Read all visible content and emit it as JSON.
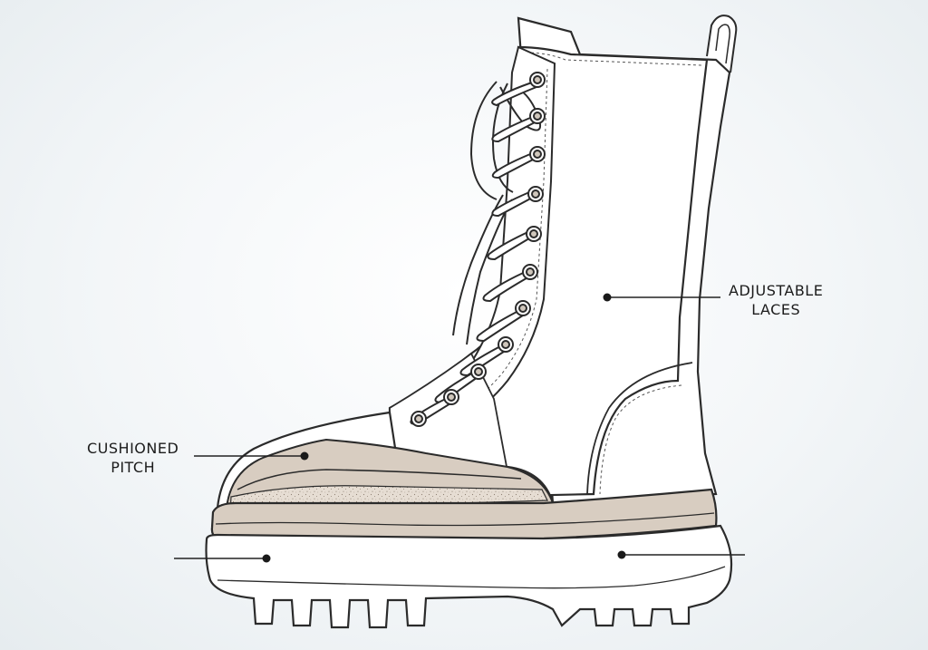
{
  "callouts": {
    "adjustable_laces": {
      "line1": "ADJUSTABLE",
      "line2": "LACES"
    },
    "cushioned_pitch": {
      "line1": "CUSHIONED",
      "line2": "PITCH"
    }
  },
  "colors": {
    "outline": "#2b2b2b",
    "upper": "#ffffff",
    "midsole_tan": "#d8cdc1",
    "midsole_dark": "#c9bbad",
    "outsole": "#ffffff",
    "leader": "#222222"
  }
}
